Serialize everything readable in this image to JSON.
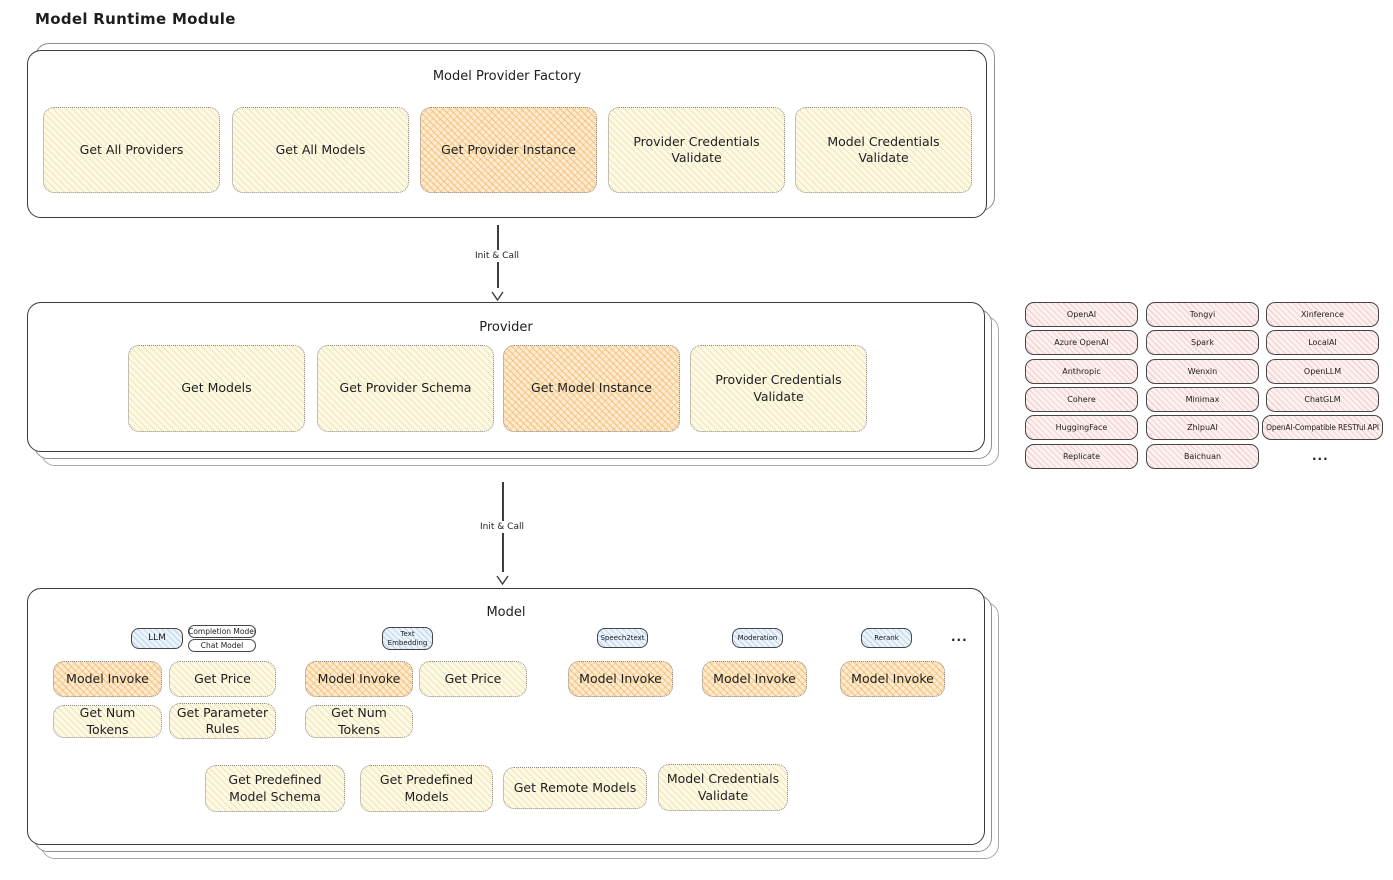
{
  "diagram": {
    "title": "Model Runtime Module"
  },
  "colors": {
    "node_yellow": "#fdf9e7",
    "node_orange_highlight": "#fcedd2",
    "provider_pink": "#fdf2f2",
    "type_blue": "#ebf3fb",
    "ink": "#1e1e1e"
  },
  "flow": [
    {
      "label": "Init & Call"
    },
    {
      "label": "Init & Call"
    }
  ],
  "factory": {
    "title": "Model Provider Factory",
    "buttons": [
      {
        "label": "Get All Providers",
        "highlighted": false
      },
      {
        "label": "Get All Models",
        "highlighted": false
      },
      {
        "label": "Get Provider Instance",
        "highlighted": true
      },
      {
        "label": "Provider Credentials Validate",
        "highlighted": false
      },
      {
        "label": "Model Credentials Validate",
        "highlighted": false
      }
    ]
  },
  "provider": {
    "title": "Provider",
    "buttons": [
      {
        "label": "Get Models",
        "highlighted": false
      },
      {
        "label": "Get Provider Schema",
        "highlighted": false
      },
      {
        "label": "Get Model Instance",
        "highlighted": true
      },
      {
        "label": "Provider Credentials Validate",
        "highlighted": false
      }
    ]
  },
  "providers": {
    "col1": [
      "OpenAI",
      "Azure OpenAI",
      "Anthropic",
      "Cohere",
      "HuggingFace",
      "Replicate"
    ],
    "col2": [
      "Tongyi",
      "Spark",
      "Wenxin",
      "Minimax",
      "ZhipuAI",
      "Baichuan"
    ],
    "col3": [
      "Xinference",
      "LocalAI",
      "OpenLLM",
      "ChatGLM",
      "OpenAI-Compatible RESTful API"
    ],
    "more": "..."
  },
  "model": {
    "title": "Model",
    "types": {
      "llm": "LLM",
      "completion": "Completion Model",
      "chat": "Chat Model",
      "text_embedding": "Text Embedding",
      "speech2text": "Speech2text",
      "moderation": "Moderation",
      "rerank": "Rerank",
      "more": "..."
    },
    "llm_ops": {
      "invoke": "Model Invoke",
      "get_price": "Get Price",
      "get_num_tokens": "Get Num Tokens",
      "get_parameter_rules": "Get Parameter Rules"
    },
    "text_embedding_ops": {
      "invoke": "Model Invoke",
      "get_price": "Get Price",
      "get_num_tokens": "Get Num Tokens"
    },
    "speech2text_ops": {
      "invoke": "Model Invoke"
    },
    "moderation_ops": {
      "invoke": "Model Invoke"
    },
    "rerank_ops": {
      "invoke": "Model Invoke"
    },
    "common_ops": [
      {
        "label": "Get Predefined Model Schema"
      },
      {
        "label": "Get Predefined Models"
      },
      {
        "label": "Get Remote Models"
      },
      {
        "label": "Model Credentials Validate"
      }
    ]
  }
}
